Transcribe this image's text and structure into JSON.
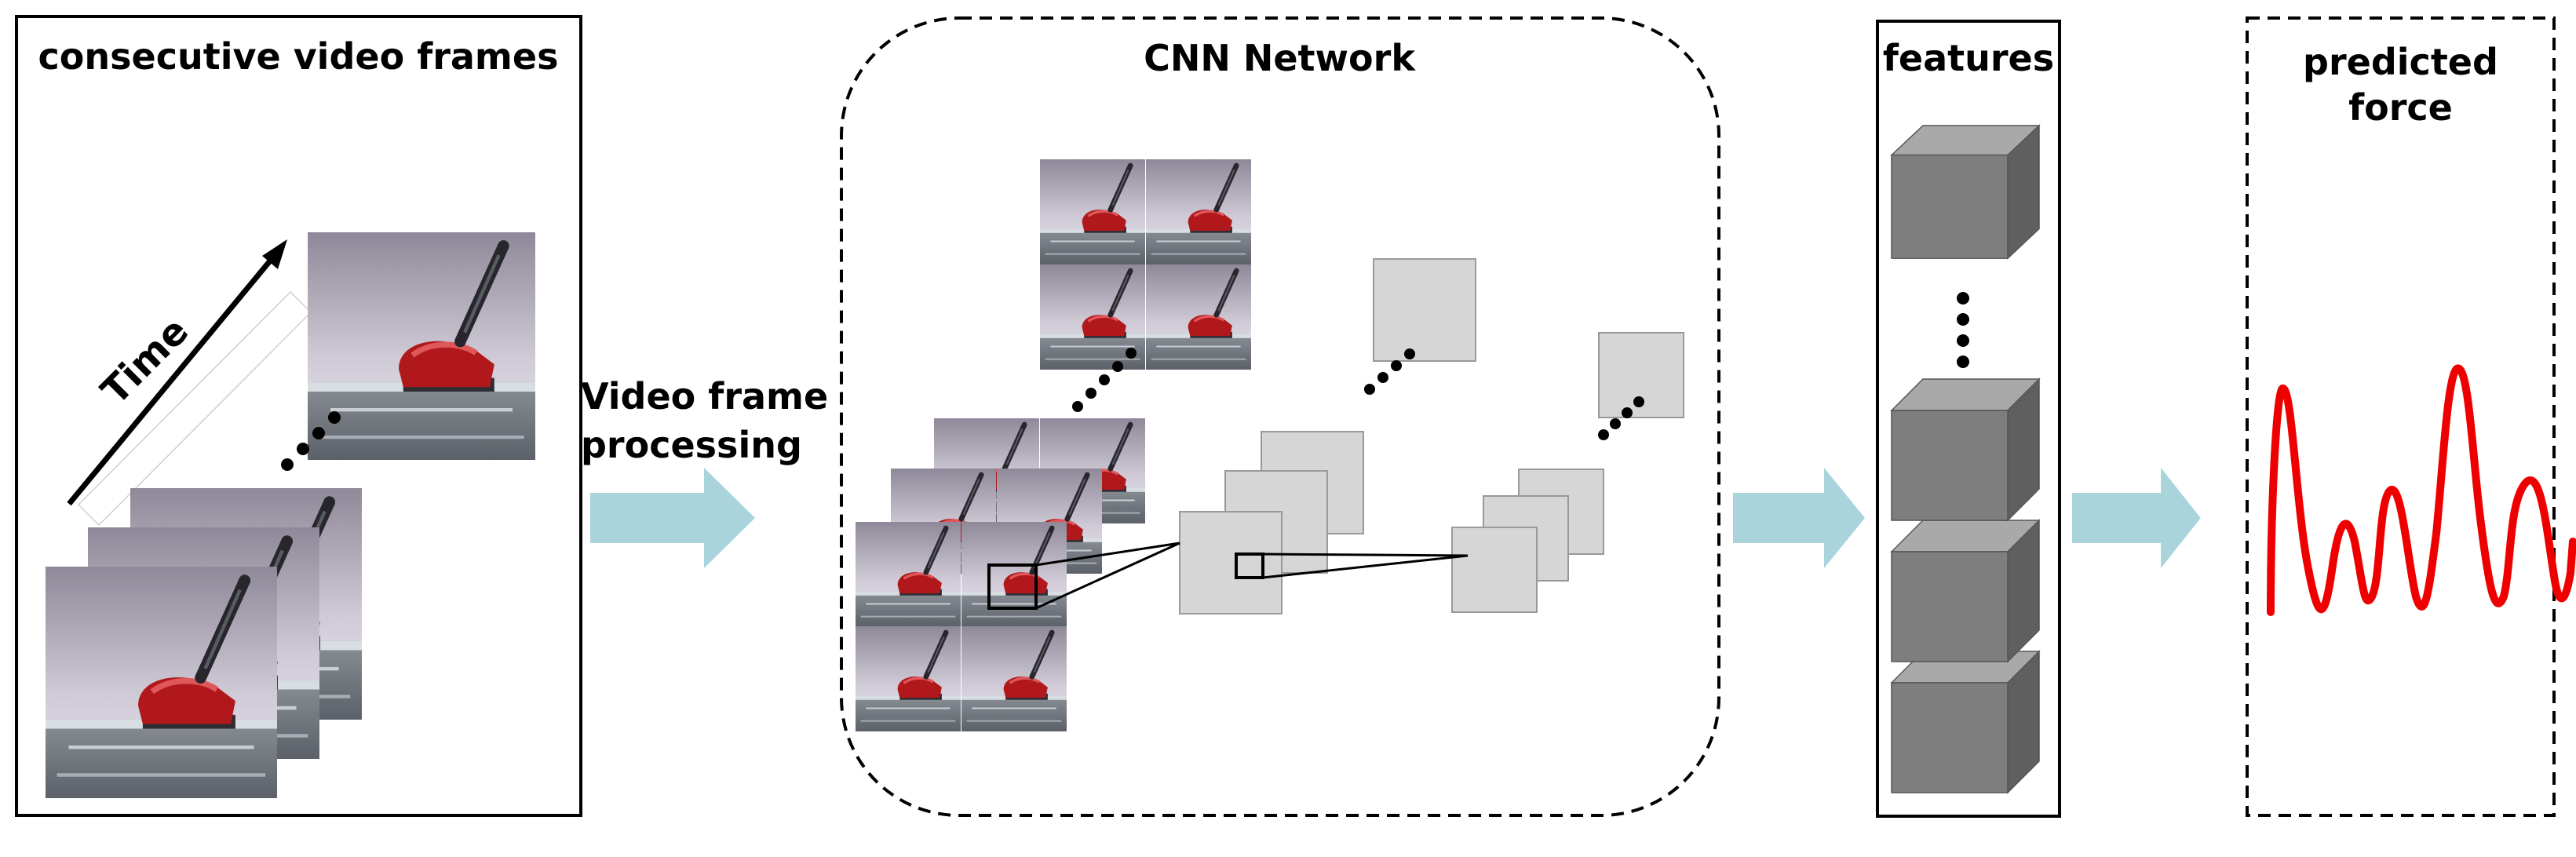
{
  "panels": {
    "frames": {
      "title": "consecutive video frames",
      "time_label": "Time"
    },
    "transition": {
      "label_line1": "Video frame",
      "label_line2": "processing"
    },
    "cnn": {
      "title": "CNN Network"
    },
    "features": {
      "title": "features"
    },
    "prediction": {
      "title_line1": "predicted",
      "title_line2": "force"
    }
  },
  "colors": {
    "arrow": "#a9d4db",
    "force_curve": "#ee0000",
    "feature_map": "#d6d6d6",
    "cube_front": "#7d7d7d",
    "cube_top": "#a8a8a8",
    "cube_side": "#5e5e5e",
    "stapler": "#b0181c"
  }
}
